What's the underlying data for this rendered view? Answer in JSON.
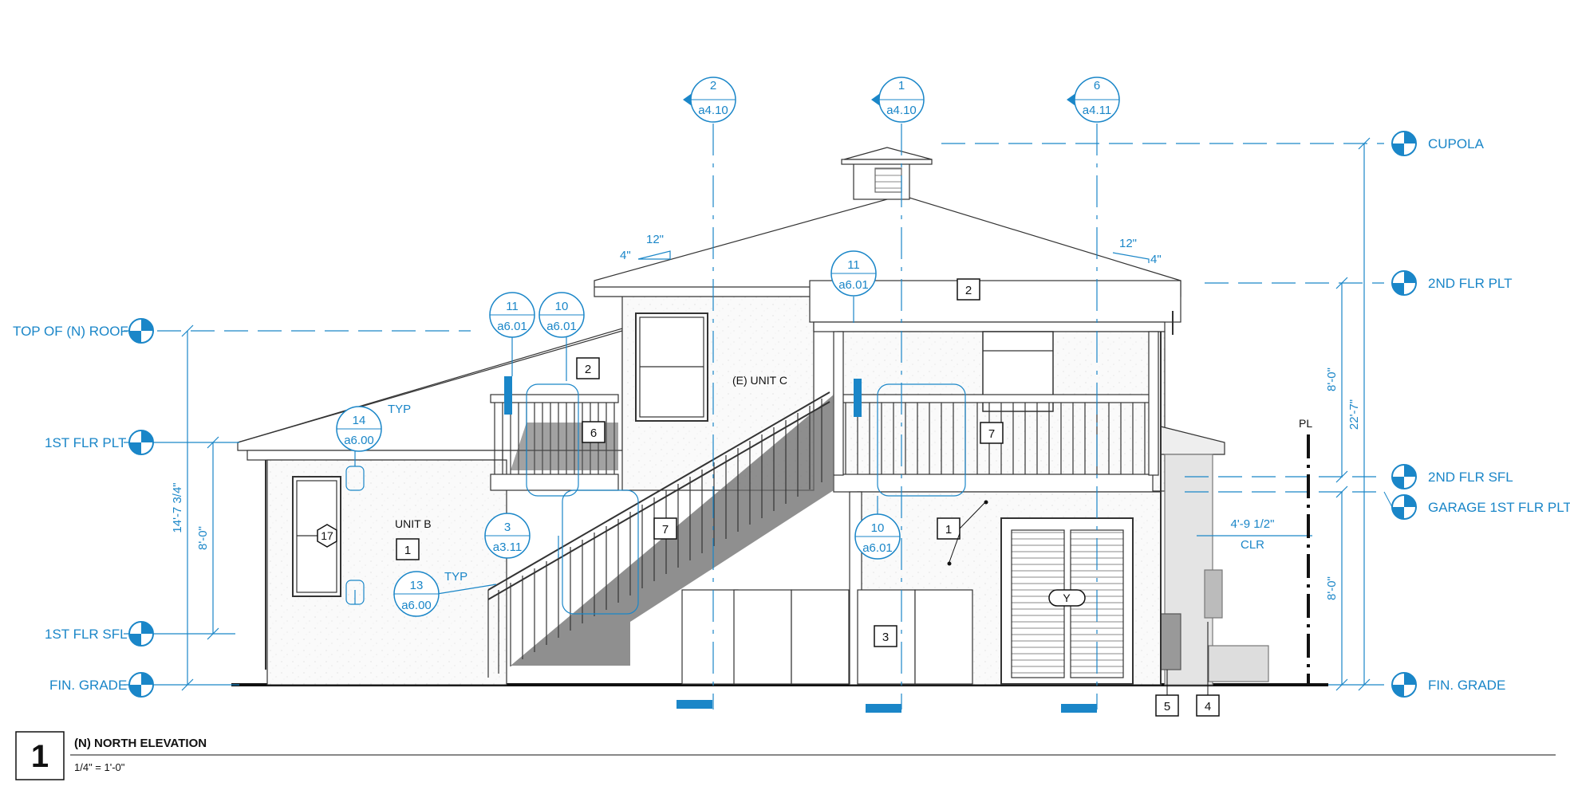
{
  "title_block": {
    "number": "1",
    "title": "(N) NORTH ELEVATION",
    "scale": "1/4\" = 1'-0\""
  },
  "levels": {
    "left": [
      "TOP OF (N) ROOF",
      "1ST FLR PLT",
      "1ST FLR SFL",
      "FIN. GRADE"
    ],
    "right": [
      "CUPOLA",
      "2ND FLR PLT",
      "2ND FLR SFL",
      "GARAGE 1ST FLR PLT",
      "FIN. GRADE"
    ]
  },
  "section_markers": [
    {
      "num": "2",
      "sheet": "a4.10"
    },
    {
      "num": "1",
      "sheet": "a4.10"
    },
    {
      "num": "6",
      "sheet": "a4.11"
    }
  ],
  "detail_tags": [
    {
      "num": "11",
      "sheet": "a6.01"
    },
    {
      "num": "10",
      "sheet": "a6.01"
    },
    {
      "num": "14",
      "sheet": "a6.00"
    },
    {
      "num": "3",
      "sheet": "a3.11"
    },
    {
      "num": "13",
      "sheet": "a6.00"
    },
    {
      "num": "11",
      "sheet": "a6.01"
    },
    {
      "num": "10",
      "sheet": "a6.01"
    }
  ],
  "typ_notes": [
    "TYP",
    "TYP"
  ],
  "keynotes": [
    "2",
    "6",
    "1",
    "7",
    "2",
    "7",
    "1",
    "3",
    "5",
    "4"
  ],
  "window_tag": "17",
  "door_tag": "Y",
  "rooms": [
    "UNIT B",
    "(E) UNIT C"
  ],
  "slopes": [
    {
      "run": "12\"",
      "rise": "4\""
    },
    {
      "run": "12\"",
      "rise": "4\""
    }
  ],
  "dimensions": {
    "left_overall": "14'-7 3/4\"",
    "left_story": "8'-0\"",
    "right_overall": "22'-7\"",
    "right_upper": "8'-0\"",
    "right_lower": "8'-0\"",
    "clearance": "4'-9 1/2\"",
    "clearance_label": "CLR"
  },
  "property_line": "PL",
  "colors": {
    "annotation": "#1a86c8",
    "linework": "#333333",
    "background": "#ffffff"
  }
}
